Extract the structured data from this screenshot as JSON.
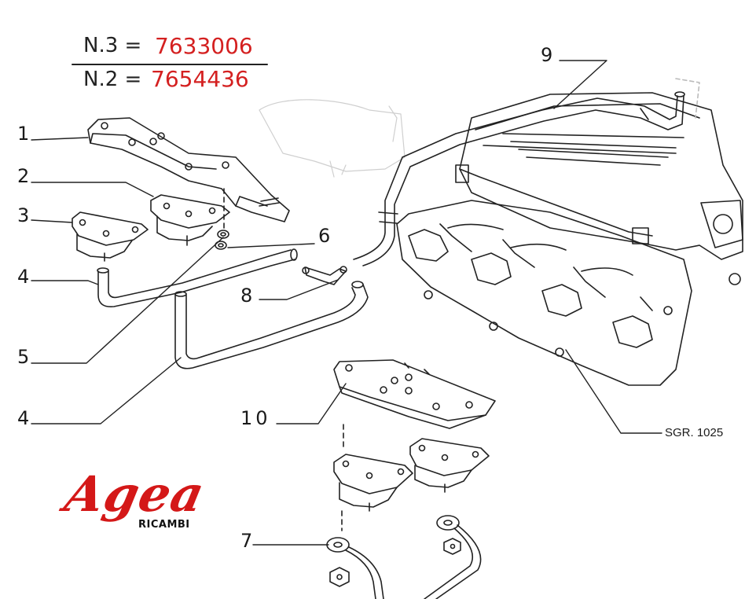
{
  "codes": {
    "n3_label": "N.3 =",
    "n3_value": "7633006",
    "n2_label": "N.2 =",
    "n2_value": "7654436"
  },
  "callouts": [
    "1",
    "2",
    "3",
    "4",
    "5",
    "4",
    "6",
    "8",
    "9",
    "10",
    "7"
  ],
  "reference": "SGR. 1025",
  "logo": {
    "brand": "Agea",
    "sub": "RICAMBI"
  },
  "colors": {
    "accent": "#d42020",
    "ink": "#1a1a1a",
    "logo": "#d41818"
  }
}
